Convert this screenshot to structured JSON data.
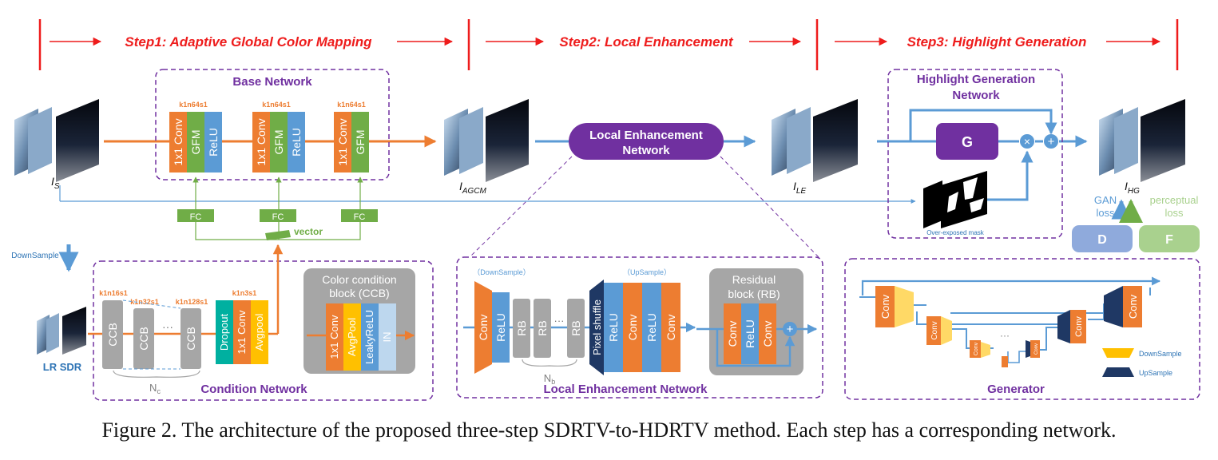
{
  "steps": {
    "step1": "Step1: Adaptive Global Color Mapping",
    "step2": "Step2: Local Enhancement",
    "step3": "Step3: Highlight Generation"
  },
  "base_network": {
    "title": "Base Network",
    "block_label": "k1n64s1",
    "conv": "1x1 Conv",
    "gfm": "GFM",
    "relu": "ReLU",
    "fc": "FC",
    "vector": "vector"
  },
  "images": {
    "is": "I",
    "is_sub": "S",
    "agcm": "I",
    "agcm_sub": "AGCM",
    "le": "I",
    "le_sub": "LE",
    "hg": "I",
    "hg_sub": "HG",
    "lr_sdr": "LR SDR",
    "mask": "Over-exposed mask"
  },
  "local_enhancement": {
    "pill_line1": "Local Enhancement",
    "pill_line2": "Network",
    "downsample": "（DownSample）",
    "upsample": "（UpSample）",
    "conv": "Conv",
    "relu": "ReLU",
    "rb": "RB",
    "dots": "···",
    "pixel_shuffle": "Pixel shuffle",
    "nb": "N",
    "nb_sub": "b",
    "title": "Local Enhancement Network"
  },
  "residual_block": {
    "title_line1": "Residual",
    "title_line2": "block (RB)",
    "conv": "Conv",
    "relu": "ReLU"
  },
  "highlight": {
    "title_line1": "Highlight Generation",
    "title_line2": "Network",
    "g": "G",
    "gan_line1": "GAN",
    "gan_line2": "loss",
    "perc_line1": "perceptual",
    "perc_line2": "loss",
    "d": "D",
    "f": "F"
  },
  "condition": {
    "downsample": "DownSample",
    "ccb": "CCB",
    "dots": "···",
    "k1": "k1n16s1",
    "k2": "k1n32s1",
    "k3": "k1n128s1",
    "k4": "k1n3s1",
    "dropout": "Dropout",
    "conv": "1x1 Conv",
    "avgpool": "Avgpool",
    "nc": "N",
    "nc_sub": "c",
    "title": "Condition Network"
  },
  "ccb_block": {
    "title_line1": "Color condition",
    "title_line2": "block (CCB)",
    "conv": "1x1 Conv",
    "avgpool": "AvgPool",
    "leaky": "LeakyReLU",
    "in": "IN"
  },
  "generator": {
    "conv": "Conv",
    "dots": "···",
    "down_legend": "DownSample",
    "up_legend": "UpSample",
    "title": "Generator"
  },
  "caption": "Figure 2. The architecture of the proposed three-step SDRTV-to-HDRTV method. Each step has a corresponding network.",
  "colors": {
    "step_red": "#ee1c1c",
    "purple": "#7030a0",
    "orange": "#ed7d31",
    "green": "#70ad47",
    "blue": "#5b9bd5",
    "navy": "#1f3864",
    "yellow": "#ffc000",
    "gray": "#a6a6a6"
  }
}
